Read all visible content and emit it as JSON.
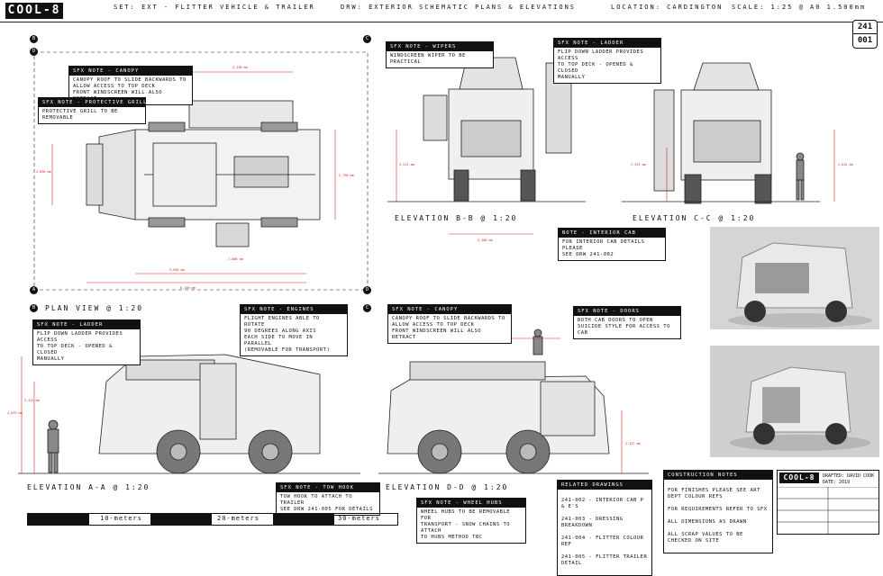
{
  "header": {
    "logo": "COOL-8",
    "set_label": "SET:",
    "set_value": "EXT - FLITTER VEHICLE & TRAILER",
    "drw_label": "DRW:",
    "drw_value": "EXTERIOR SCHEMATIC PLANS & ELEVATIONS",
    "location_label": "LOCATION:",
    "location_value": "CARDINGTON",
    "scale_label": "SCALE:",
    "scale_value": "1:25 @ A0 1.500mm"
  },
  "sheet": {
    "number": "241",
    "sub": "001"
  },
  "notes": {
    "canopy_plan": {
      "tag": "SFX NOTE - CANOPY",
      "body": "CANOPY ROOF TO SLIDE BACKWARDS TO\nALLOW ACCESS TO TOP DECK\nFRONT WINDSCREEN WILL ALSO RETRACT"
    },
    "grill": {
      "tag": "SFX NOTE - PROTECTIVE GRILL",
      "body": "PROTECTIVE GRILL TO BE REMOVABLE"
    },
    "wipers": {
      "tag": "SFX NOTE - WIPERS",
      "body": "WINDSCREEN WIPER TO BE PRACTICAL"
    },
    "ladder_top": {
      "tag": "SFX NOTE - LADDER",
      "body": "FLIP DOWN LADDER PROVIDES ACCESS\nTO TOP DECK - OPENED & CLOSED\nMANUALLY"
    },
    "interior_cab": {
      "tag": "NOTE - INTERIOR CAB",
      "body": "FOR INTERIOR CAB DETAILS PLEASE\nSEE DRW 241-002"
    },
    "ladder_side": {
      "tag": "SFX NOTE - LADDER",
      "body": "FLIP DOWN LADDER PROVIDES ACCESS\nTO TOP DECK - OPENED & CLOSED\nMANUALLY"
    },
    "engines": {
      "tag": "SFX NOTE - ENGINES",
      "body": "FLIGHT ENGINES ABLE TO ROTATE\n90 DEGREES ALONG AXIS\nEACH SIDE TO MOVE IN PARALLEL\n(REMOVABLE FOR TRANSPORT)"
    },
    "canopy_side": {
      "tag": "SFX NOTE - CANOPY",
      "body": "CANOPY ROOF TO SLIDE BACKWARDS TO\nALLOW ACCESS TO TOP DECK\nFRONT WINDSCREEN WILL ALSO RETRACT"
    },
    "doors": {
      "tag": "SFX NOTE - DOORS",
      "body": "BOTH CAB DOORS TO OPEN\nSUICIDE STYLE FOR ACCESS TO CAB"
    },
    "tow_hook": {
      "tag": "SFX NOTE - TOW HOOK",
      "body": "TOW HOOK TO ATTACH TO TRAILER\nSEE DRW 241-005 FOR DETAILS"
    },
    "wheel_hubs": {
      "tag": "SFX NOTE - WHEEL HUBS",
      "body": "WHEEL HUBS TO BE REMOVABLE FOR\nTRANSPORT - SNOW CHAINS TO ATTACH\nTO HUBS METHOD TBC"
    }
  },
  "views": {
    "plan": "PLAN VIEW @ 1:20",
    "elev_bb": "ELEVATION B-B @ 1:20",
    "elev_cc": "ELEVATION C-C @ 1:20",
    "elev_aa": "ELEVATION A-A @ 1:20",
    "elev_dd": "ELEVATION D-D @ 1:20"
  },
  "corners": {
    "a": "A",
    "b": "B",
    "c": "C",
    "d": "D"
  },
  "dimensions": {
    "plan_top": "3,150 mm",
    "plan_bottom1": "3,850 mm",
    "plan_bottom2": "6,100 mm",
    "plan_mid": "1,060 mm",
    "plan_right": "2,750 mm",
    "plan_left": "2,030 mm",
    "bb_height": "3,212 mm",
    "bb_width": "3,288 mm",
    "cc_height": "2,325 mm",
    "cc_total": "2,615 mm",
    "aa_height": "3,312 mm",
    "aa_total": "4,075 mm",
    "dd_height": "2,127 mm"
  },
  "scale_bar": {
    "m10": "10-meters",
    "m20": "20-meters",
    "m30": "30-meters"
  },
  "related": {
    "title": "RELATED DRAWINGS",
    "items": [
      "241-002 - INTERIOR CAB P & E'S",
      "241-003 - DRESSING BREAKDOWN",
      "241-004 - FLITTER COLOUR REF",
      "241-005 - FLITTER TRAILER DETAIL"
    ]
  },
  "construction": {
    "title": "CONSTRUCTION NOTES",
    "items": [
      "FOR FINISHES PLEASE SEE ART DEPT COLOUR REFS",
      "FOR REQUIREMENTS REFER TO SFX",
      "ALL DIMENSIONS AS DRAWN",
      "ALL SCRAP VALUES TO BE CHECKED ON SITE"
    ]
  },
  "title_block": {
    "logo": "COOL-8",
    "drawn": "DRAFTED: DAVID COOK",
    "date": "DATE: 2019"
  }
}
